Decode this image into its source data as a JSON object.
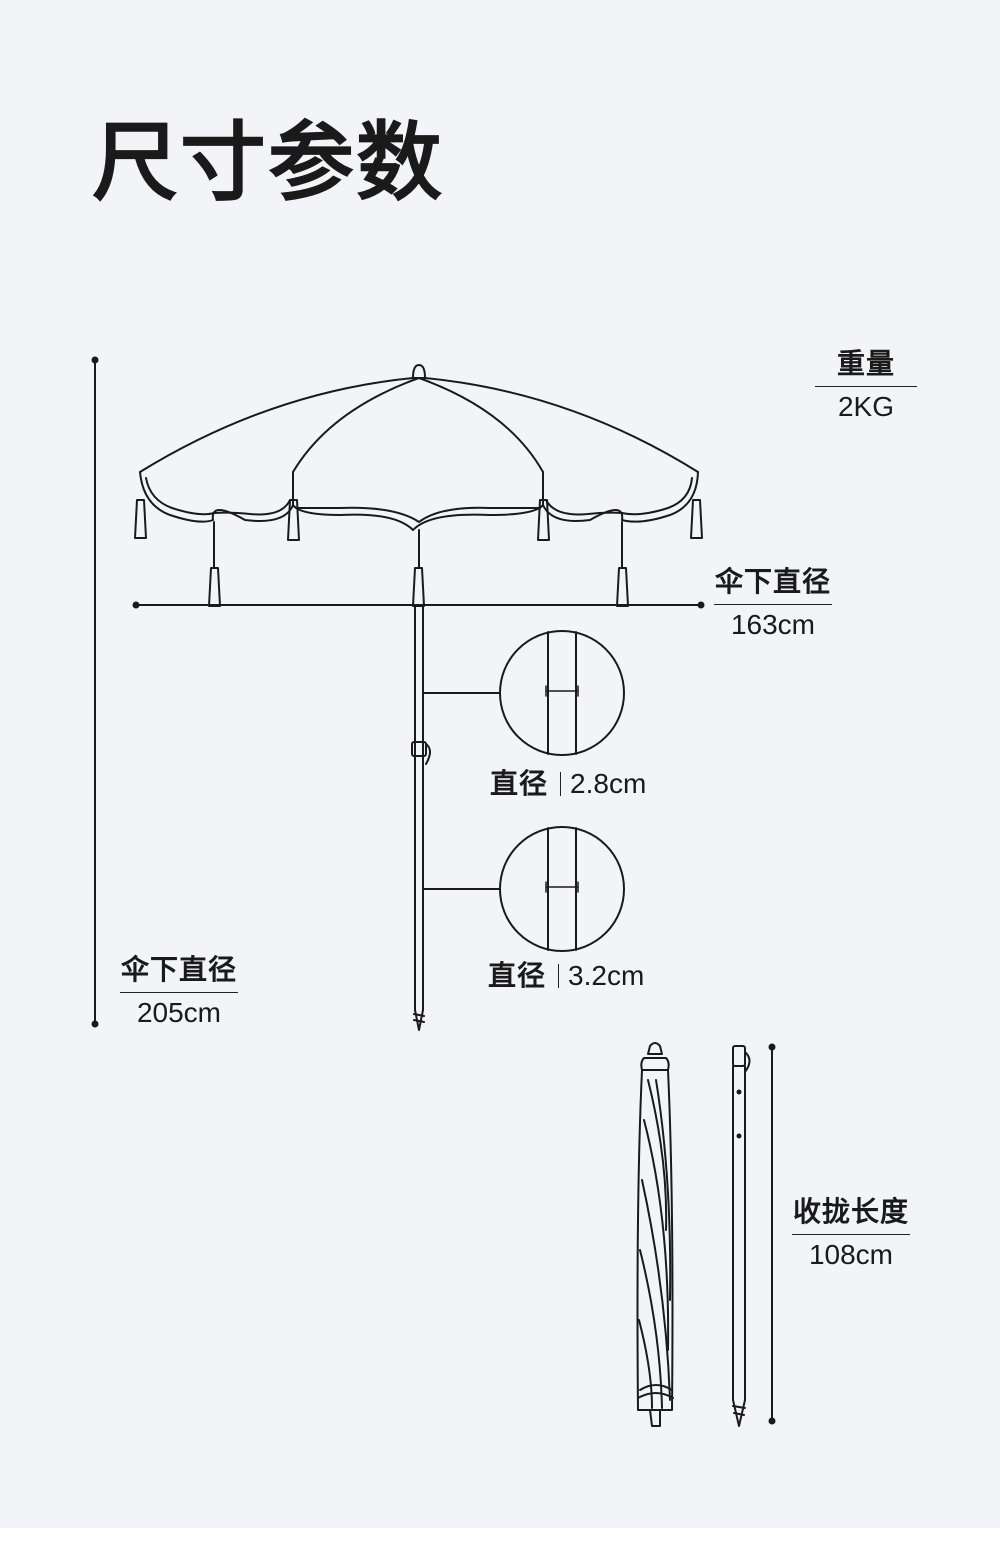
{
  "title": "尺寸参数",
  "specs": {
    "weight": {
      "label": "重量",
      "value": "2KG"
    },
    "canopy_diameter": {
      "label": "伞下直径",
      "value": "163cm"
    },
    "height": {
      "label": "伞下直径",
      "value": "205cm"
    },
    "folded_length": {
      "label": "收拢长度",
      "value": "108cm"
    }
  },
  "pole_sections": [
    {
      "label": "直径",
      "value": "2.8cm"
    },
    {
      "label": "直径",
      "value": "3.2cm"
    }
  ],
  "colors": {
    "background": "#f3f4f8",
    "line": "#1a1a1a",
    "band": "#ffffff"
  }
}
